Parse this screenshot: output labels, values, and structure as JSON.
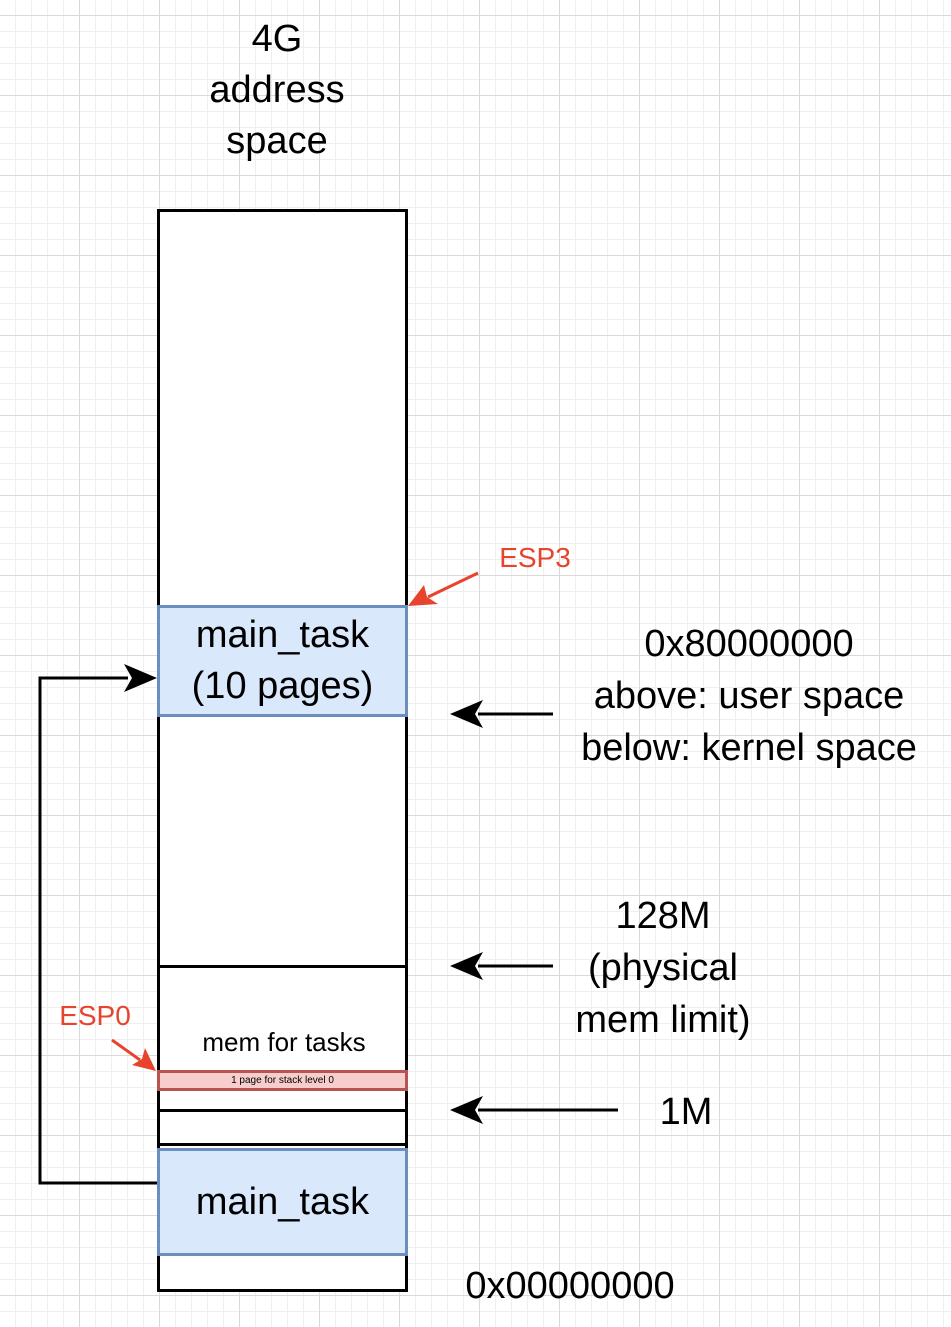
{
  "diagram": {
    "title_lines": [
      "4G",
      "address",
      "space"
    ],
    "user_block": {
      "lines": [
        "main_task",
        "(10 pages)"
      ]
    },
    "mem_for_tasks": "mem for tasks",
    "stack_page": "1 page for stack level 0",
    "low_block": {
      "label": "main_task"
    },
    "labels": {
      "esp3": "ESP3",
      "esp0": "ESP0",
      "boundary_lines": [
        "0x80000000",
        "above: user space",
        "below: kernel space"
      ],
      "phys_limit_lines": [
        "128M",
        "(physical",
        "mem limit)"
      ],
      "one_meg": "1M",
      "zero_addr": "0x00000000"
    },
    "colors": {
      "task_fill": "#dae8fc",
      "task_stroke": "#6c8ebf",
      "stack_fill": "#f8cecc",
      "stack_stroke": "#b85450",
      "esp_color": "#e8432d"
    }
  }
}
